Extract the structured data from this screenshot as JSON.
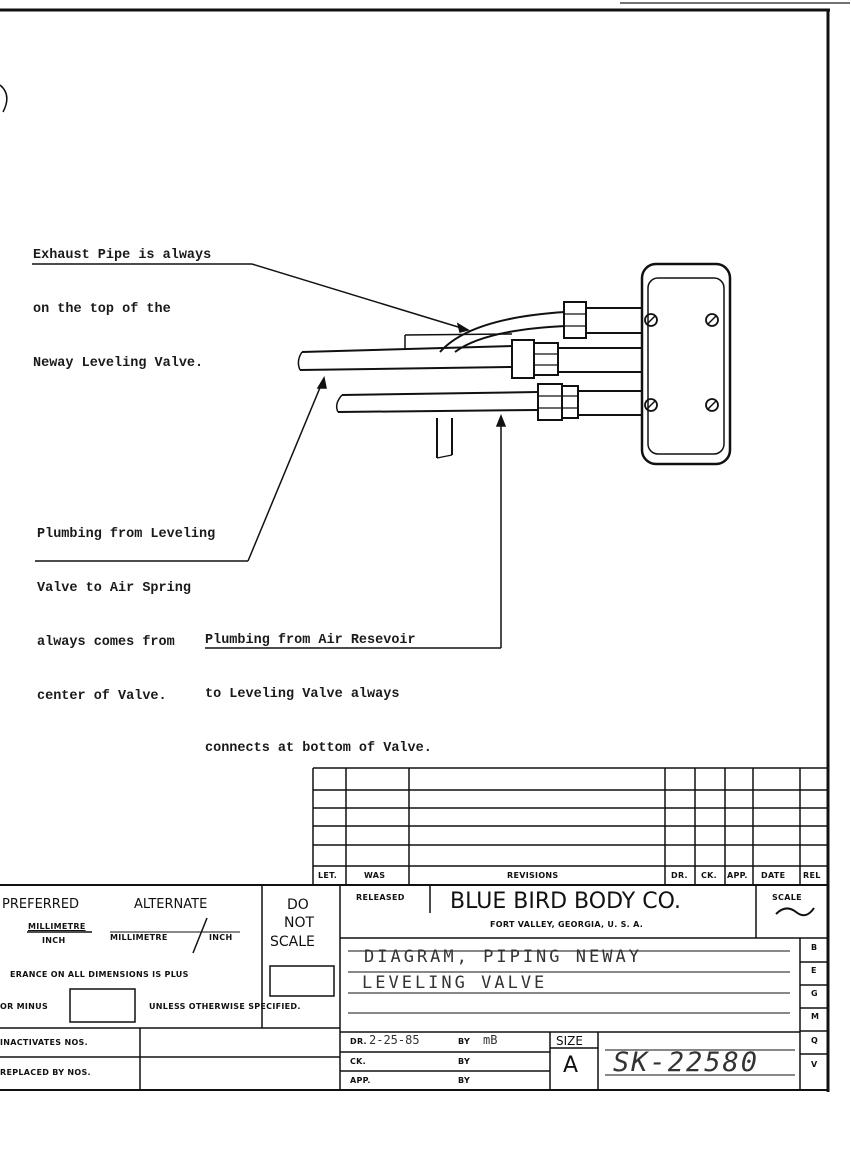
{
  "notes": {
    "exhaust": [
      "Exhaust Pipe is always",
      "on the top of the",
      "Neway Leveling Valve."
    ],
    "spring": [
      "Plumbing from Leveling",
      "Valve to Air Spring",
      "always comes from",
      "center of Valve."
    ],
    "reservoir": [
      "Plumbing from Air Resevoir",
      "to Leveling Valve always",
      "connects at bottom of Valve."
    ]
  },
  "revisions": {
    "col_let": "LET.",
    "col_was": "WAS",
    "col_revisions": "REVISIONS",
    "col_dr": "DR.",
    "col_ck": "CK.",
    "col_app": "APP.",
    "col_date": "DATE",
    "col_rel": "REL"
  },
  "title_block": {
    "preferred": "PREFERRED",
    "alternate": "ALTERNATE",
    "millimetre": "MILLIMETRE",
    "inch": "INCH",
    "alt_millimetre": "MILLIMETRE",
    "alt_inch": "INCH",
    "do": "DO",
    "not": "NOT",
    "scale_warning": "SCALE",
    "tolerance": "ERANCE ON ALL DIMENSIONS IS PLUS",
    "or_minus": "OR MINUS",
    "unless": "UNLESS OTHERWISE SPECIFIED.",
    "inactivates": "INACTIVATES NOS.",
    "replaced": "REPLACED BY NOS.",
    "released": "RELEASED",
    "company": "BLUE BIRD BODY CO.",
    "location": "FORT VALLEY, GEORGIA, U. S. A.",
    "scale_label": "SCALE",
    "scale_value": "~",
    "title_line1": "DIAGRAM, PIPING NEWAY",
    "title_line2": "LEVELING VALVE",
    "dr_label": "DR.",
    "dr_date": "2-25-85",
    "by": "BY",
    "dr_by": "mB",
    "ck": "CK.",
    "ck_by": "BY",
    "app": "APP.",
    "app_by": "BY",
    "size_label": "SIZE",
    "size_value": "A",
    "drawing_no": "SK-22580",
    "side_codes": [
      "B",
      "E",
      "G",
      "M",
      "Q",
      "V"
    ]
  }
}
